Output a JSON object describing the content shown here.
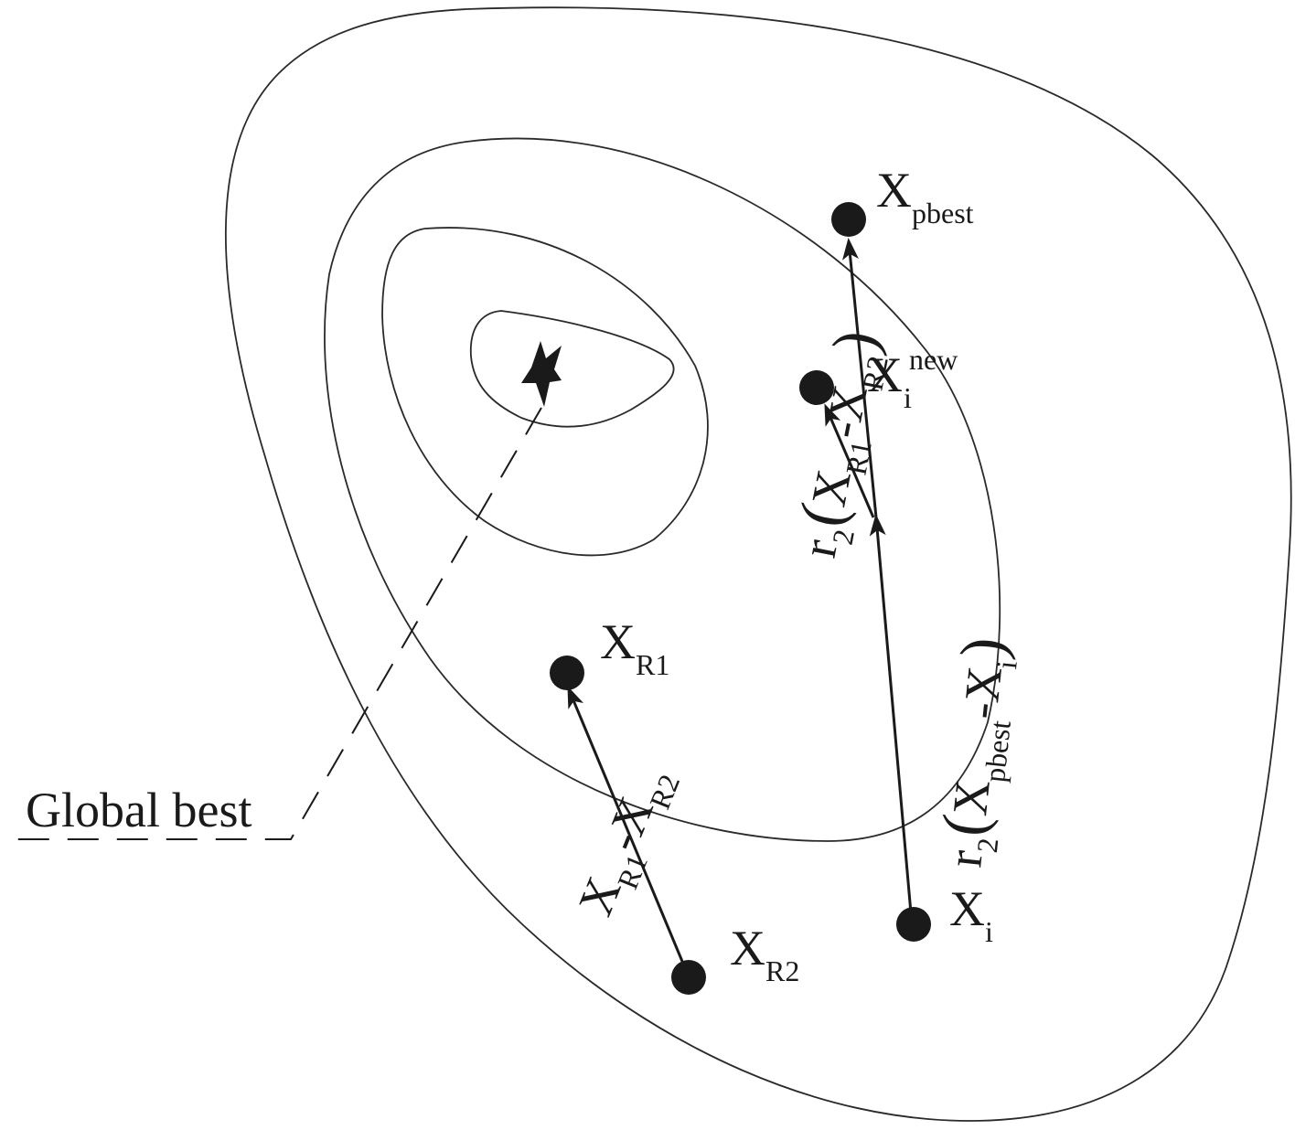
{
  "points": {
    "pbest": {
      "main": "X",
      "sub": "pbest"
    },
    "xi_new": {
      "main": "X",
      "sub": "i",
      "sup": "new"
    },
    "xr1": {
      "main": "X",
      "sub": "R1"
    },
    "xr2": {
      "main": "X",
      "sub": "R2"
    },
    "xi": {
      "main": "X",
      "sub": "i"
    }
  },
  "global_best": {
    "label": "Global best"
  },
  "vector_labels": {
    "r1_minus_r2": {
      "x": "X",
      "r1": "R1",
      "minus": "-",
      "r2": "R2"
    },
    "r2_diff": {
      "r": "r",
      "two": "2",
      "open": "(",
      "x1": "X",
      "r1": "R1",
      "minus": "-",
      "x2": "X",
      "r2": "R2",
      "close": ")"
    },
    "r2_pbest": {
      "r": "r",
      "two": "2",
      "open": "(",
      "x1": "X",
      "pbest": "pbest",
      "minus": "-",
      "x2": "X",
      "i": "i",
      "close": ")"
    }
  },
  "colors": {
    "ink": "#1a1a1a",
    "contour": "#2a2a2a",
    "background": "#ffffff"
  }
}
